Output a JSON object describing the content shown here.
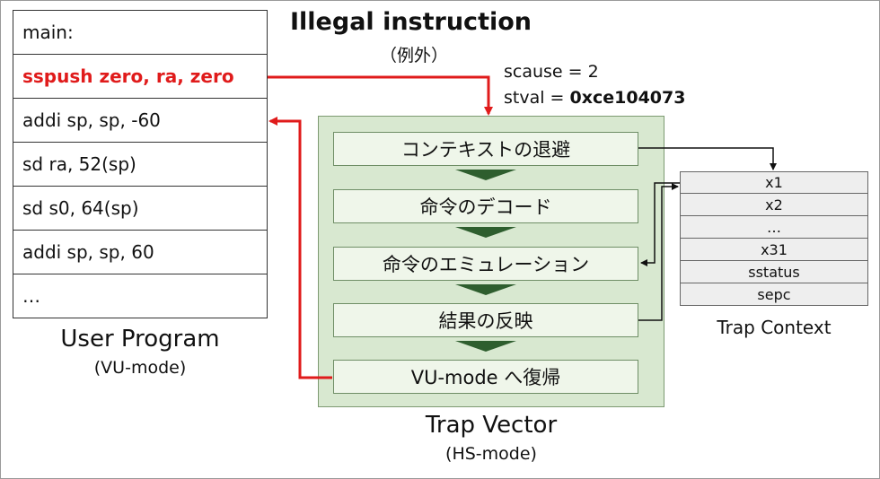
{
  "title": "Illegal instruction",
  "subtitle": "（例外）",
  "trap_info": {
    "scause": "scause = 2",
    "stval_label": "stval = ",
    "stval_value": "0xce104073"
  },
  "user_program": {
    "rows": [
      {
        "text": "main:"
      },
      {
        "text": "sspush zero, ra, zero"
      },
      {
        "text": "addi sp, sp, -60"
      },
      {
        "text": "sd ra, 52(sp)"
      },
      {
        "text": "sd s0, 64(sp)"
      },
      {
        "text": "addi sp, sp, 60"
      },
      {
        "text": "…"
      }
    ],
    "caption": "User Program",
    "mode": "(VU-mode)"
  },
  "trap_vector": {
    "steps": [
      {
        "text": "コンテキストの退避"
      },
      {
        "text": "命令のデコード"
      },
      {
        "text": "命令のエミュレーション"
      },
      {
        "text": "結果の反映"
      },
      {
        "text": "VU-mode へ復帰"
      }
    ],
    "caption": "Trap Vector",
    "mode": "(HS-mode)"
  },
  "trap_context": {
    "rows": [
      "x1",
      "x2",
      "…",
      "x31",
      "sstatus",
      "sepc"
    ],
    "caption": "Trap Context"
  },
  "colors": {
    "highlight": "#e01b1b",
    "vector_bg": "#d8e8d0",
    "step_bg": "#eff6ea",
    "arrow_dark": "#2e5e2e"
  }
}
